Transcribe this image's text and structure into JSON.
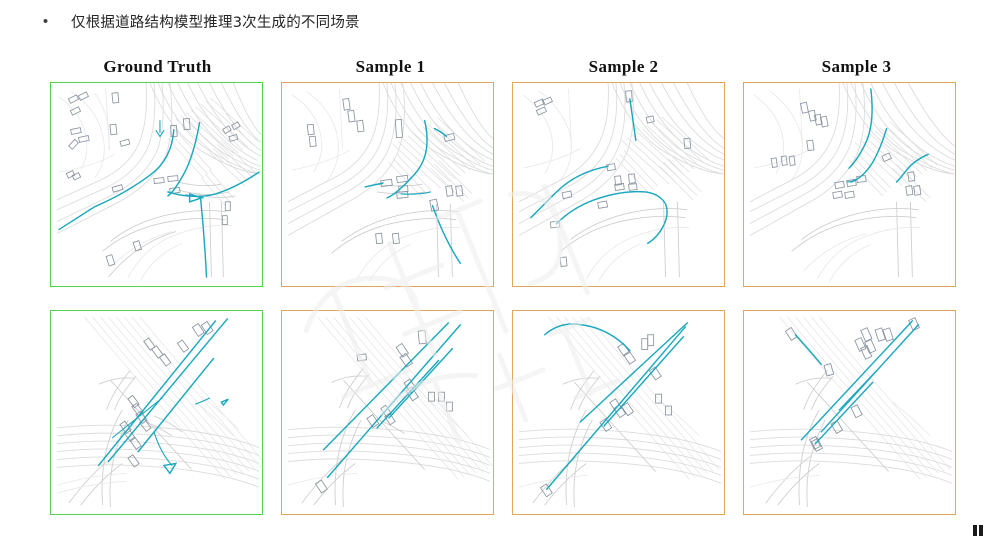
{
  "slide": {
    "bullet_marker": "•",
    "bullet_text": "仅根据道路结构模型推理3次生成的不同场景",
    "background_color": "#ffffff"
  },
  "colors": {
    "ground_truth_border": "#55D34F",
    "sample_border": "#E0A75A",
    "trajectory": "#1BA8BE",
    "road_lines": "#DCDCDC",
    "vehicle_outline": "#8A93A0",
    "header_text": "#121212",
    "bullet_text": "#262626"
  },
  "columns": [
    {
      "id": "ground-truth",
      "label": "Ground Truth",
      "kind": "ground_truth"
    },
    {
      "id": "sample-1",
      "label": "Sample 1",
      "kind": "sample"
    },
    {
      "id": "sample-2",
      "label": "Sample 2",
      "kind": "sample"
    },
    {
      "id": "sample-3",
      "label": "Sample 3",
      "kind": "sample"
    }
  ],
  "rows": [
    {
      "id": "scene-row-1",
      "scene": "urban-intersection-with-roundabout",
      "panels": [
        {
          "column": "ground-truth",
          "trajectory_count": 4,
          "vehicle_count": 21
        },
        {
          "column": "sample-1",
          "trajectory_count": 3,
          "vehicle_count": 15
        },
        {
          "column": "sample-2",
          "trajectory_count": 3,
          "vehicle_count": 12
        },
        {
          "column": "sample-3",
          "trajectory_count": 3,
          "vehicle_count": 16
        }
      ]
    },
    {
      "id": "scene-row-2",
      "scene": "diagonal-highway-crossing",
      "panels": [
        {
          "column": "ground-truth",
          "trajectory_count": 5,
          "vehicle_count": 14
        },
        {
          "column": "sample-1",
          "trajectory_count": 4,
          "vehicle_count": 13
        },
        {
          "column": "sample-2",
          "trajectory_count": 4,
          "vehicle_count": 13
        },
        {
          "column": "sample-3",
          "trajectory_count": 4,
          "vehicle_count": 13
        }
      ]
    }
  ],
  "watermark": {
    "visible": true,
    "opacity": 0.55
  },
  "corner_mark": {
    "visible": true
  }
}
